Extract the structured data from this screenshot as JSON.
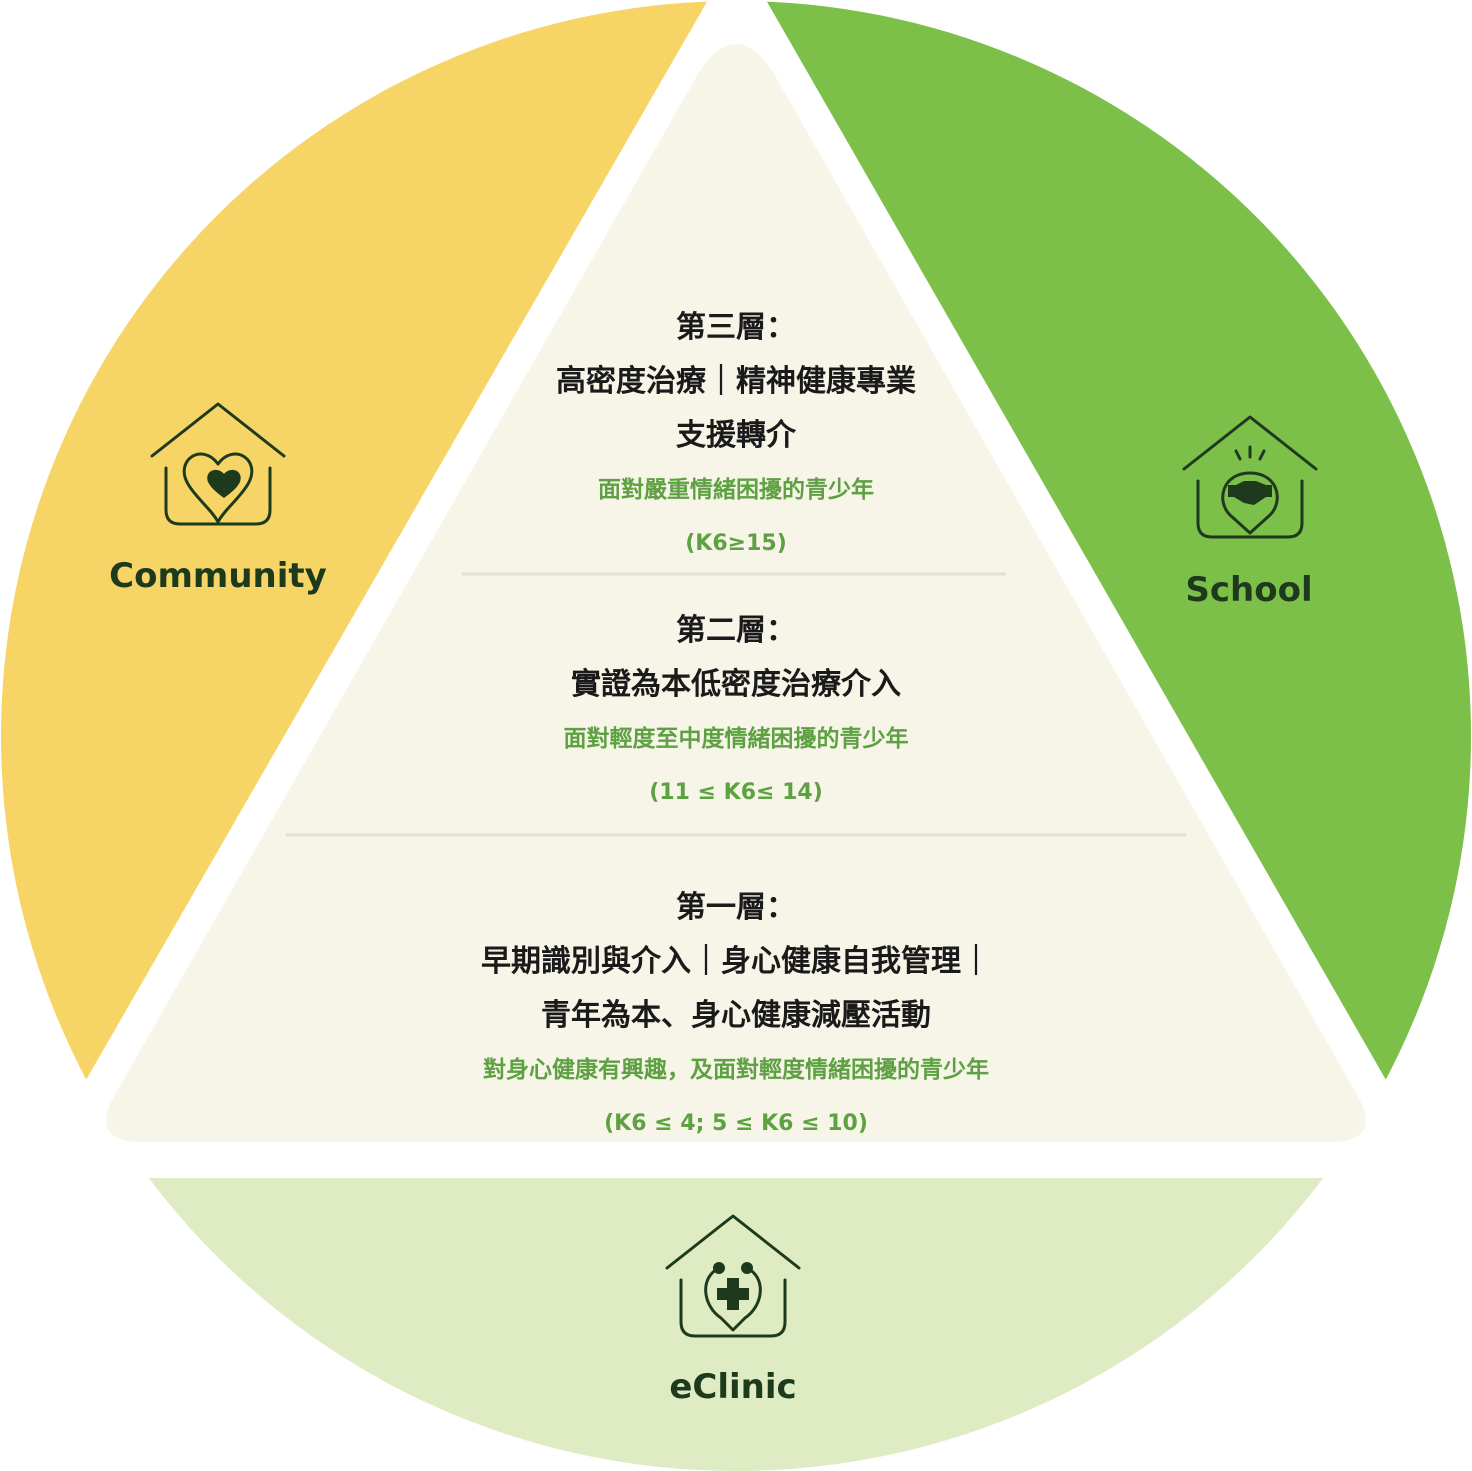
{
  "sectors": {
    "community": {
      "label": "Community",
      "color": "#f7d466",
      "icon": "heart-house-icon"
    },
    "school": {
      "label": "School",
      "color": "#7cc04a",
      "icon": "handshake-house-icon"
    },
    "eclinic": {
      "label": "eClinic",
      "color": "#dfecc3",
      "icon": "medical-cross-house-icon"
    }
  },
  "pyramid": {
    "fill": "#f7f4e8",
    "divider_color": "#e3e0d4"
  },
  "tiers": {
    "three": {
      "heading": "第三層：",
      "title_line1": "高密度治療｜精神健康專業",
      "title_line2": "支援轉介",
      "audience": "面對嚴重情緒困擾的青少年",
      "criteria": "(K6≥15)"
    },
    "two": {
      "heading": "第二層：",
      "title_line1": "實證為本低密度治療介入",
      "audience": "面對輕度至中度情緒困擾的青少年",
      "criteria": "(11 ≤ K6≤ 14)"
    },
    "one": {
      "heading": "第一層：",
      "title_line1": "早期識別與介入｜身心健康自我管理｜",
      "title_line2": "青年為本、身心健康減壓活動",
      "audience": "對身心健康有興趣，及面對輕度情緒困擾的青少年",
      "criteria": "(K6 ≤ 4; 5 ≤ K6 ≤ 10)"
    }
  },
  "colors": {
    "icon_stroke": "#1e3a1c",
    "heading": "#1a1a1a",
    "accent": "#5ea142"
  }
}
